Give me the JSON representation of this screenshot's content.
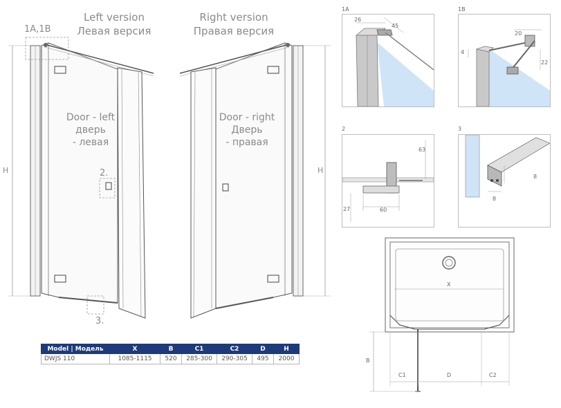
{
  "left_view": {
    "title_en": "Left version",
    "title_ru": "Левая версия",
    "door_label": [
      "Door - left",
      "дверь",
      "- левая"
    ],
    "height_label": "H",
    "callouts": {
      "top": "1A,1B",
      "handle": "2.",
      "bottom": "3."
    }
  },
  "right_view": {
    "title_en": "Right version",
    "title_ru": "Правая версия",
    "door_label": [
      "Door - right",
      "Дверь",
      "- правая"
    ],
    "height_label": "H"
  },
  "details": {
    "d1a": {
      "label": "1A",
      "dims": [
        "26",
        "45"
      ]
    },
    "d1b": {
      "label": "1B",
      "dims": [
        "20",
        "4",
        "22"
      ]
    },
    "d2": {
      "label": "2",
      "dims": [
        "63",
        "27",
        "60"
      ]
    },
    "d3": {
      "label": "3",
      "dims": [
        "8",
        "8"
      ]
    }
  },
  "plan": {
    "x_label": "X",
    "b_label": "B",
    "c1_label": "C1",
    "d_label": "D",
    "c2_label": "C2"
  },
  "spec_table": {
    "headers": [
      "Model | Модель",
      "X",
      "B",
      "C1",
      "C2",
      "D",
      "H"
    ],
    "rows": [
      [
        "DWJS 110",
        "1085-1115",
        "520",
        "285-300",
        "290-305",
        "495",
        "2000"
      ]
    ]
  },
  "colors": {
    "header_bg": "#1e3a7a",
    "glass": "#cfe4f6",
    "line": "#555555",
    "label": "#8a8a8a"
  }
}
